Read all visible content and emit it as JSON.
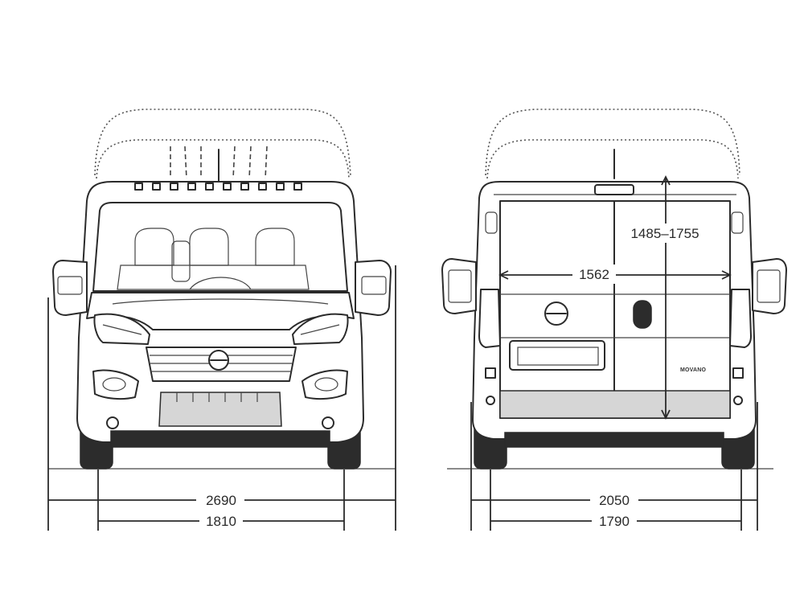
{
  "front_view": {
    "dimensions": {
      "overall_width": "2690",
      "track_width": "1810"
    }
  },
  "rear_view": {
    "dimensions": {
      "body_width": "2050",
      "track_width": "1790",
      "cargo_width": "1562",
      "cargo_height": "1485–1755"
    },
    "badge_text": "MOVANO"
  }
}
